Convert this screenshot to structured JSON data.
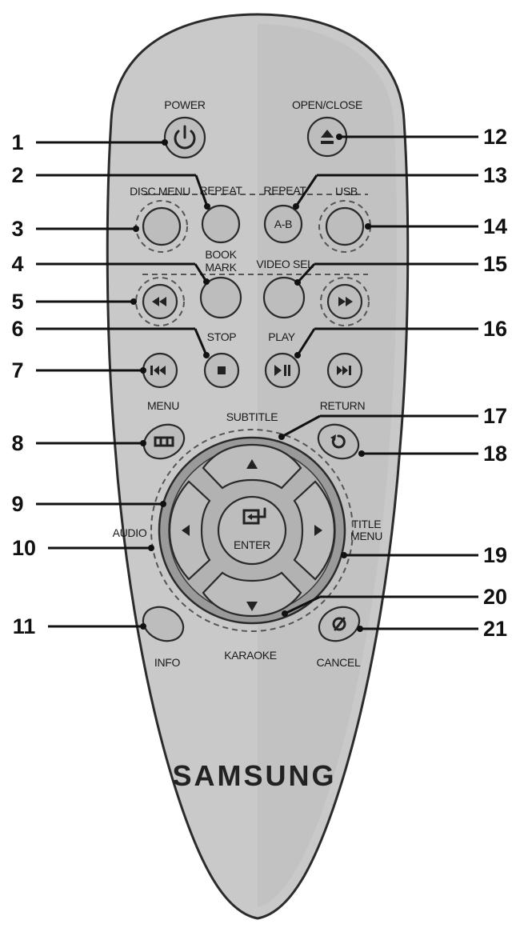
{
  "brand": "SAMSUNG",
  "colors": {
    "body_fill": "#c9c9c9",
    "body_stroke": "#2b2b2b",
    "button_fill": "#bdbdbd",
    "line": "#111111"
  },
  "button_labels": {
    "power": "POWER",
    "open_close": "OPEN/CLOSE",
    "disc_menu": "DISC MENU",
    "repeat": "REPEAT",
    "repeat_ab_top": "REPEAT",
    "repeat_ab_face": "A-B",
    "usb": "USB",
    "bookmark_line1": "BOOK",
    "bookmark_line2": "MARK",
    "video_sel": "VIDEO SEL",
    "stop": "STOP",
    "play": "PLAY",
    "menu": "MENU",
    "subtitle": "SUBTITLE",
    "return": "RETURN",
    "audio": "AUDIO",
    "title_menu_line1": "TITLE",
    "title_menu_line2": "MENU",
    "enter": "ENTER",
    "info": "INFO",
    "karaoke": "KARAOKE",
    "cancel": "CANCEL"
  },
  "callouts": [
    "1",
    "2",
    "3",
    "4",
    "5",
    "6",
    "7",
    "8",
    "9",
    "10",
    "11",
    "12",
    "13",
    "14",
    "15",
    "16",
    "17",
    "18",
    "19",
    "20",
    "21"
  ]
}
